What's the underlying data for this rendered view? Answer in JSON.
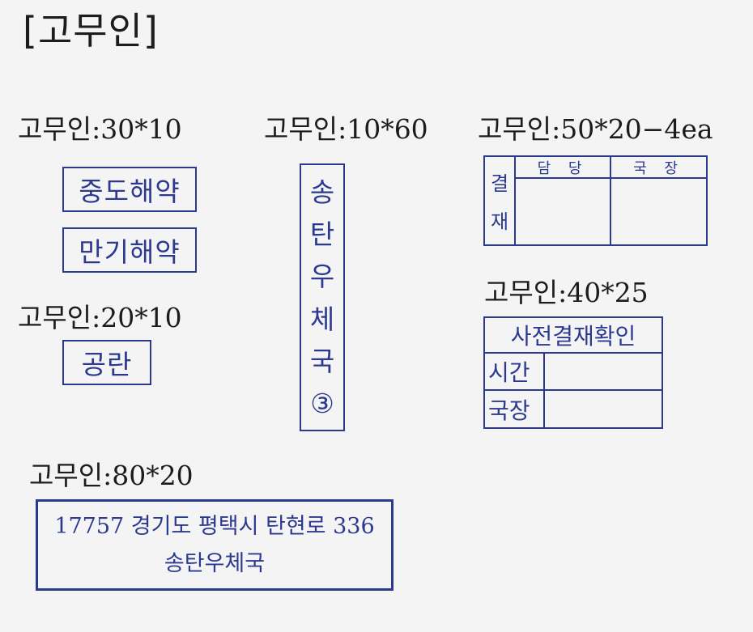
{
  "title": "[고무인]",
  "sections": {
    "s30x10": {
      "caption": "고무인:30*10",
      "stamps": [
        "중도해약",
        "만기해약"
      ]
    },
    "s20x10": {
      "caption": "고무인:20*10",
      "stamp": "공란"
    },
    "s10x60": {
      "caption": "고무인:10*60",
      "chars": [
        "송",
        "탄",
        "우",
        "체",
        "국",
        "③"
      ]
    },
    "s50x20": {
      "caption": "고무인:50*20−4ea",
      "side_label": [
        "결",
        "재"
      ],
      "headers": [
        "담 당",
        "국 장"
      ]
    },
    "s40x25": {
      "caption": "고무인:40*25",
      "header": "사전결재확인",
      "rows": [
        "시간",
        "국장"
      ]
    },
    "s80x20": {
      "caption": "고무인:80*20",
      "line1": "17757 경기도 평택시 탄현로 336",
      "line2": "송탄우체국"
    }
  },
  "colors": {
    "stamp": "#2b3a8f",
    "background": "#f4f4f5",
    "text": "#1c1c1c"
  }
}
